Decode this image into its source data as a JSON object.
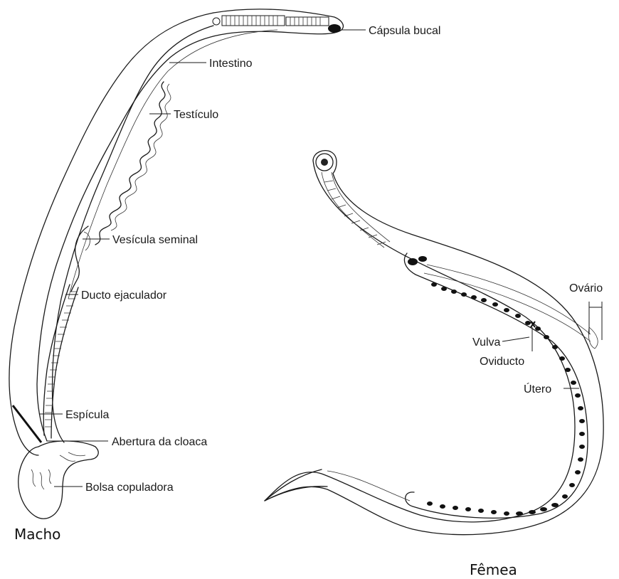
{
  "male": {
    "caption": "Macho",
    "labels": {
      "buccal_capsule": "Cápsula bucal",
      "intestine": "Intestino",
      "testis": "Testículo",
      "seminal_vesicle": "Vesícula seminal",
      "ejaculatory_duct": "Ducto ejaculador",
      "spicule": "Espícula",
      "cloaca_opening": "Abertura da cloaca",
      "copulatory_bursa": "Bolsa copuladora"
    }
  },
  "female": {
    "caption": "Fêmea",
    "labels": {
      "ovary": "Ovário",
      "vulva": "Vulva",
      "oviduct": "Oviducto",
      "uterus": "Útero"
    }
  },
  "colors": {
    "ink": "#1a1a1a",
    "background": "#ffffff"
  }
}
